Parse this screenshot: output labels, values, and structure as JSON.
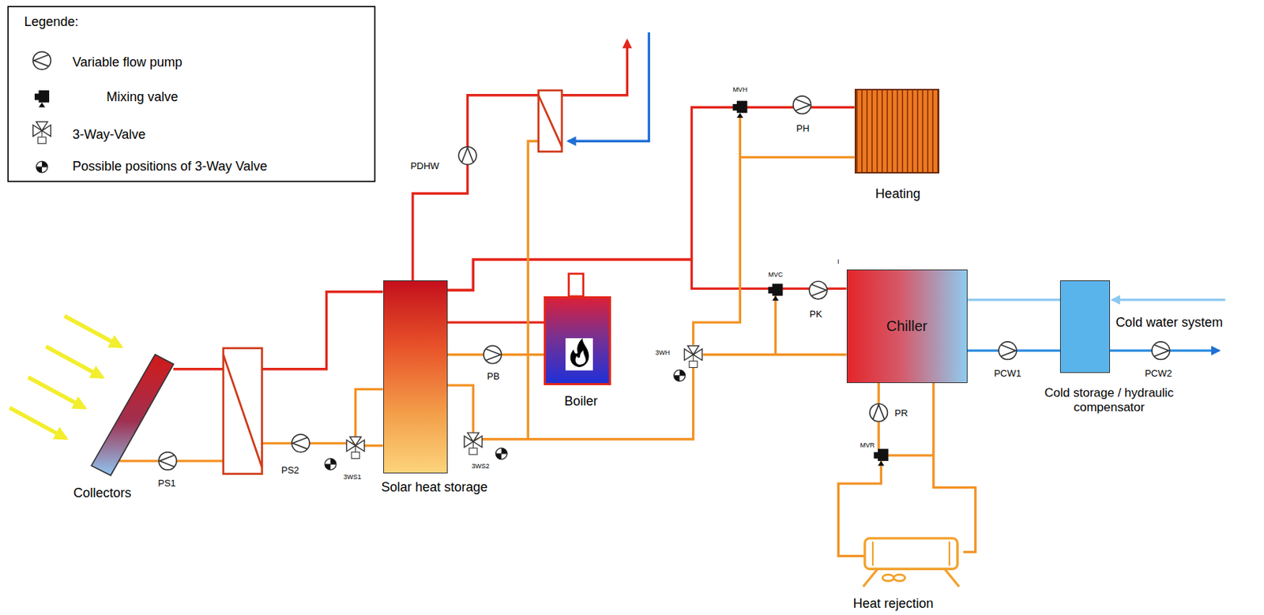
{
  "diagram": {
    "nodes": [
      {
        "text": [
          "Collectors"
        ]
      },
      {
        "text": [
          "Solar heat storage"
        ]
      },
      {
        "text": [
          "Boiler"
        ]
      },
      {
        "text": [
          "Heating"
        ]
      },
      {
        "text": [
          "Chiller"
        ]
      },
      {
        "text": [
          "Cold storage / hydraulic compensator"
        ]
      },
      {
        "text": [
          "Heat rejection"
        ]
      }
    ],
    "edges": [
      {
        "from": 0,
        "to": 1,
        "arrow": "none"
      },
      {
        "from": 1,
        "to": 2,
        "arrow": "none"
      },
      {
        "from": 1,
        "to": 2,
        "arrow": "none"
      },
      {
        "from": 1,
        "to": 3,
        "arrow": "none"
      },
      {
        "from": 1,
        "to": 4,
        "arrow": "none"
      },
      {
        "from": 4,
        "to": 5,
        "arrow": "none"
      },
      {
        "from": 4,
        "to": 6,
        "arrow": "none"
      }
    ],
    "labels": [
      "Legende:",
      "MVH",
      "PH",
      "PDHW",
      "I",
      "MVC",
      "PK",
      "Cold water system",
      "PB",
      "3WH",
      "PCW1",
      "PCW2",
      "PR",
      "MVR",
      "PS2",
      "3WS1",
      "3WS2",
      "PS1"
    ],
    "legend": [
      {
        "text": "Variable flow pump"
      },
      {
        "text": "Mixing valve"
      },
      {
        "text": "3-Way-Valve"
      },
      {
        "text": "Possible positions of 3-Way Valve"
      }
    ]
  }
}
